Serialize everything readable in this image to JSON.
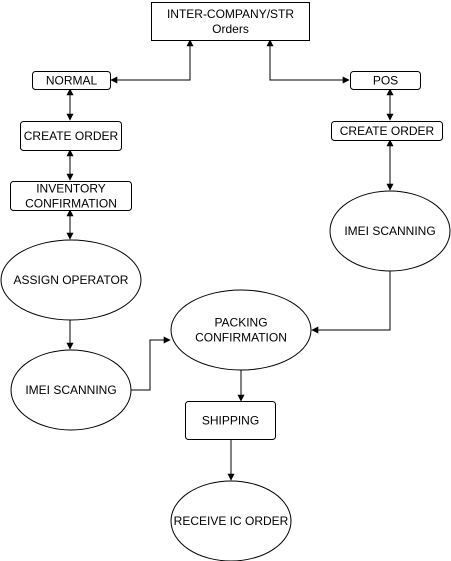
{
  "diagram": {
    "nodes": [
      {
        "id": "inter",
        "shape": "rect",
        "lines": [
          "INTER-COMPANY/STR",
          "Orders"
        ]
      },
      {
        "id": "normal",
        "shape": "rect",
        "lines": [
          "NORMAL"
        ]
      },
      {
        "id": "pos",
        "shape": "rect",
        "lines": [
          "POS"
        ]
      },
      {
        "id": "create_left",
        "shape": "rect",
        "lines": [
          "CREATE ORDER"
        ]
      },
      {
        "id": "create_right",
        "shape": "rect",
        "lines": [
          "CREATE ORDER"
        ]
      },
      {
        "id": "inventory",
        "shape": "rect",
        "lines": [
          "INVENTORY",
          "CONFIRMATION"
        ]
      },
      {
        "id": "assign",
        "shape": "ellipse",
        "lines": [
          "ASSIGN OPERATOR"
        ]
      },
      {
        "id": "imei_right",
        "shape": "ellipse",
        "lines": [
          "IMEI SCANNING"
        ]
      },
      {
        "id": "packing",
        "shape": "ellipse",
        "lines": [
          "PACKING",
          "CONFIRMATION"
        ]
      },
      {
        "id": "imei_left",
        "shape": "ellipse",
        "lines": [
          "IMEI SCANNING"
        ]
      },
      {
        "id": "shipping",
        "shape": "rect",
        "lines": [
          "SHIPPING"
        ]
      },
      {
        "id": "receive",
        "shape": "ellipse",
        "lines": [
          "RECEIVE IC ORDER"
        ]
      }
    ],
    "edges": [
      {
        "from": "inter",
        "to": "normal",
        "bidirectional": true
      },
      {
        "from": "inter",
        "to": "pos",
        "bidirectional": true
      },
      {
        "from": "normal",
        "to": "create_left",
        "bidirectional": true
      },
      {
        "from": "create_left",
        "to": "inventory",
        "bidirectional": true
      },
      {
        "from": "inventory",
        "to": "assign",
        "bidirectional": true
      },
      {
        "from": "assign",
        "to": "imei_left",
        "bidirectional": false
      },
      {
        "from": "imei_left",
        "to": "packing",
        "bidirectional": false
      },
      {
        "from": "pos",
        "to": "create_right",
        "bidirectional": true
      },
      {
        "from": "create_right",
        "to": "imei_right",
        "bidirectional": true
      },
      {
        "from": "imei_right",
        "to": "packing",
        "bidirectional": false
      },
      {
        "from": "packing",
        "to": "shipping",
        "bidirectional": false
      },
      {
        "from": "shipping",
        "to": "receive",
        "bidirectional": false
      }
    ]
  }
}
